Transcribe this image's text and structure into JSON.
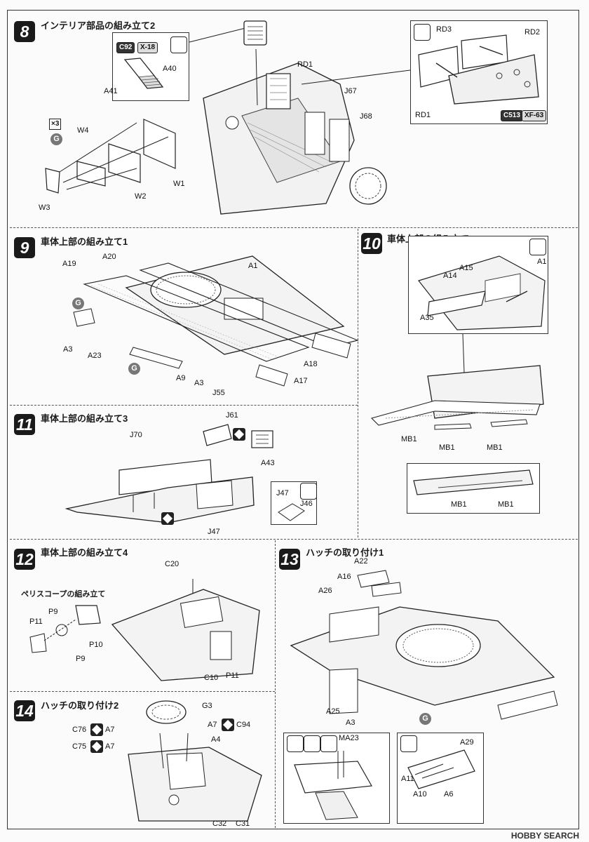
{
  "steps": {
    "s8": {
      "num": "8",
      "title": "インテリア部品の組み立て2"
    },
    "s9": {
      "num": "9",
      "title": "車体上部の組み立て1"
    },
    "s10": {
      "num": "10",
      "title": "車体上部の組み立て2"
    },
    "s11": {
      "num": "11",
      "title": "車体上部の組み立て3"
    },
    "s12": {
      "num": "12",
      "title": "車体上部の組み立て4",
      "subtitle": "ペリスコープの組み立て"
    },
    "s13": {
      "num": "13",
      "title": "ハッチの取り付け1"
    },
    "s14": {
      "num": "14",
      "title": "ハッチの取り付け2"
    }
  },
  "colors": {
    "c92": "C92",
    "x18": "X-18",
    "c513": "C513",
    "xf63": "XF-63",
    "g": "G",
    "x3": "×3"
  },
  "parts": {
    "a40": "A40",
    "a41": "A41",
    "rd1": "RD1",
    "rd1b": "RD1",
    "rd2": "RD2",
    "rd3": "RD3",
    "j67": "J67",
    "j68": "J68",
    "w1": "W1",
    "w2": "W2",
    "w3": "W3",
    "w4": "W4",
    "a20": "A20",
    "a19": "A19",
    "a1": "A1",
    "a3": "A3",
    "a3b": "A3",
    "a23": "A23",
    "a9": "A9",
    "j55": "J55",
    "a18": "A18",
    "a17": "A17",
    "a15": "A15",
    "a14": "A14",
    "a1b": "A1",
    "a35": "A35",
    "mb1a": "MB1",
    "mb1b": "MB1",
    "mb1c": "MB1",
    "mb1d": "MB1",
    "mb1e": "MB1",
    "j61": "J61",
    "j70": "J70",
    "a43": "A43",
    "j47": "J47",
    "j47b": "J47",
    "j46": "J46",
    "c20": "C20",
    "p9": "P9",
    "p9b": "P9",
    "p11": "P11",
    "p11b": "P11",
    "p10": "P10",
    "c10": "C10",
    "a22": "A22",
    "a16": "A16",
    "a26": "A26",
    "a25": "A25",
    "a3c": "A3",
    "ma23": "MA23",
    "a29": "A29",
    "a11": "A11",
    "a10": "A10",
    "a6": "A6",
    "g3": "G3",
    "c76": "C76",
    "c75": "C75",
    "a7a": "A7",
    "a7b": "A7",
    "a7c": "A7",
    "c94": "C94",
    "a4": "A4",
    "c32": "C32",
    "c31": "C31"
  },
  "footer": "HOBBY SEARCH"
}
